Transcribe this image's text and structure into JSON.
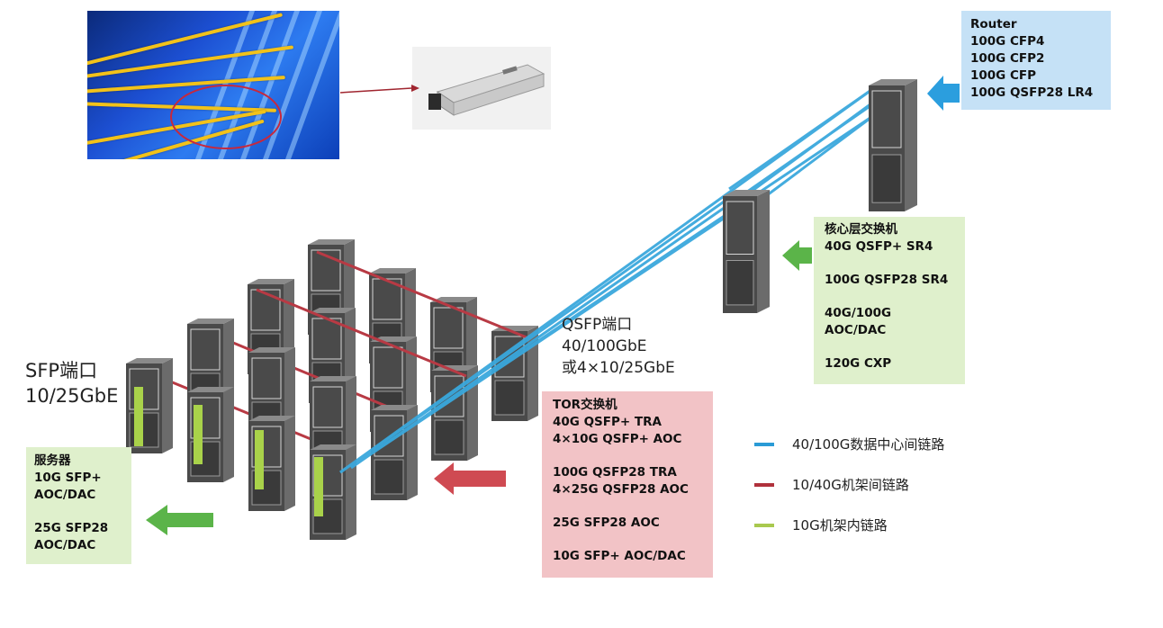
{
  "boxes": {
    "router": {
      "lines": [
        "Router",
        "100G CFP4",
        "100G CFP2",
        "100G CFP",
        "100G QSFP28 LR4"
      ]
    },
    "core": {
      "title": "核心层交换机",
      "lines": [
        "40G QSFP+ SR4",
        "",
        "100G QSFP28 SR4",
        "",
        "40G/100G",
        "AOC/DAC",
        "",
        "120G CXP"
      ]
    },
    "tor": {
      "title": "TOR交换机",
      "lines": [
        "40G QSFP+ TRA",
        "4×10G QSFP+ AOC",
        "",
        "100G QSFP28 TRA",
        "4×25G QSFP28 AOC",
        "",
        "25G SFP28 AOC",
        "",
        "10G SFP+ AOC/DAC"
      ]
    },
    "server": {
      "title": "服务器",
      "lines": [
        "10G SFP+",
        "AOC/DAC",
        "",
        "25G SFP28",
        "AOC/DAC"
      ]
    }
  },
  "labels": {
    "sfp": [
      "SFP端口",
      "10/25GbE"
    ],
    "qsfp": [
      "QSFP端口",
      "40/100GbE",
      "或4×10/25GbE"
    ]
  },
  "legend": [
    {
      "color": "#2a9bd6",
      "text": "40/100G数据中心间链路"
    },
    {
      "color": "#b0313c",
      "text": "10/40G机架间链路"
    },
    {
      "color": "#a9c94f",
      "text": "10G机架内链路"
    }
  ],
  "colors": {
    "inter_dc_link": "#3aa8dd",
    "inter_rack_link": "#b83a44",
    "intra_rack_link": "#a9d24a",
    "arrow_blue": "#2b9ede",
    "arrow_green": "#5bb449",
    "arrow_red": "#cf4a52",
    "rack": "#4a4a4a"
  },
  "icons": [
    "cable-photo",
    "transceiver-module",
    "server-rack"
  ]
}
